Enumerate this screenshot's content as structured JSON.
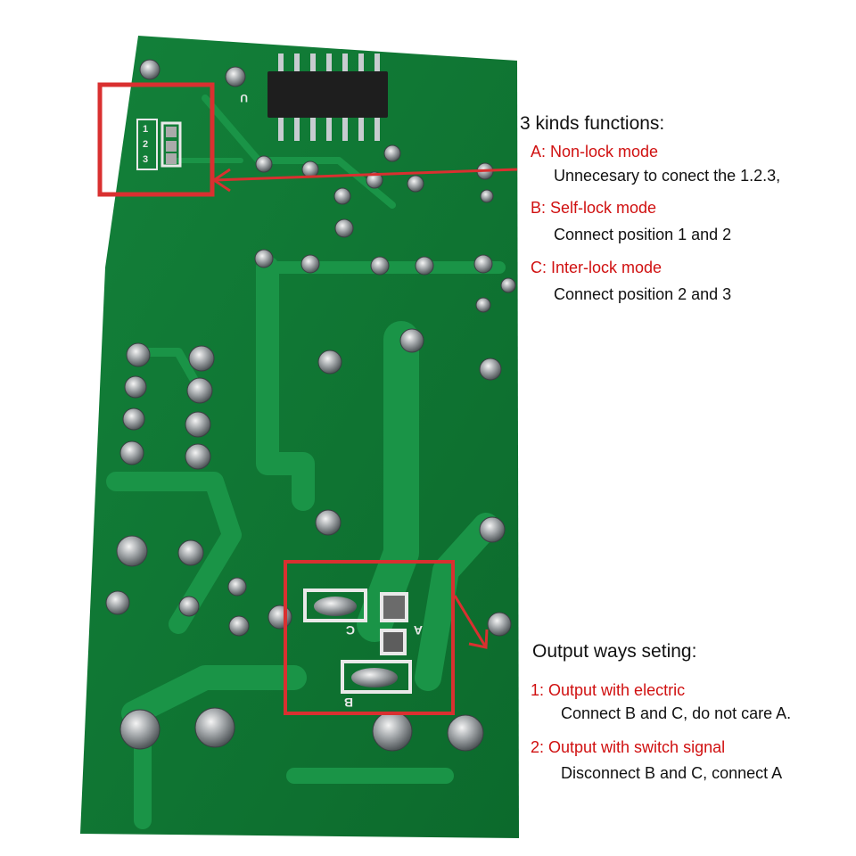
{
  "board": {
    "pcb_color": "#0f7a34",
    "trace_color": "#1a9447",
    "annotation_color": "#d01010",
    "jumper_labels": [
      "1",
      "2",
      "3"
    ],
    "pad_markers": {
      "c": "C",
      "a": "A",
      "b": "B",
      "u": "U"
    }
  },
  "functions": {
    "heading": "3 kinds functions:",
    "modes": [
      {
        "label": "A: Non-lock mode",
        "desc": "Unnecesary to conect the 1.2.3,"
      },
      {
        "label": "B: Self-lock mode",
        "desc": "Connect position 1 and 2"
      },
      {
        "label": "C: Inter-lock mode",
        "desc": "Connect position 2 and 3"
      }
    ]
  },
  "output": {
    "heading": "Output ways seting:",
    "ways": [
      {
        "label": "1: Output with electric",
        "desc": "Connect B and C, do not care A."
      },
      {
        "label": "2: Output with switch signal",
        "desc": "Disconnect B and C, connect A"
      }
    ]
  }
}
